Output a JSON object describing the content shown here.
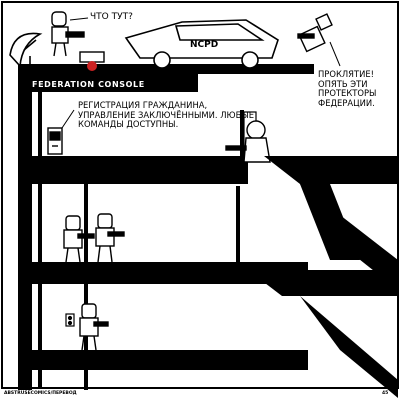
{
  "dialogue": {
    "robot_question": "ЧТО ТУТ?",
    "console_screen": "РЕГИСТРАЦИЯ ГРАЖДАНИНА, УПРАВЛЕНИЕ ЗАКЛЮЧЁННЫМИ. ЛЮБЫЕ КОМАНДЫ ДОСТУПНЫ.",
    "curse": "ПРОКЛЯТИЕ! ОПЯТЬ ЭТИ ПРОТЕКТОРЫ ФЕДЕРАЦИИ."
  },
  "labels": {
    "console": "FEDERATION CONSOLE",
    "car_plate": "NCPD"
  },
  "footer": {
    "credit": "ABSTRUSECOMICS/ПЕРЕВОД",
    "page": "45"
  },
  "colors": {
    "ink": "#000000",
    "paper": "#ffffff",
    "alarm": "#cc2222"
  }
}
